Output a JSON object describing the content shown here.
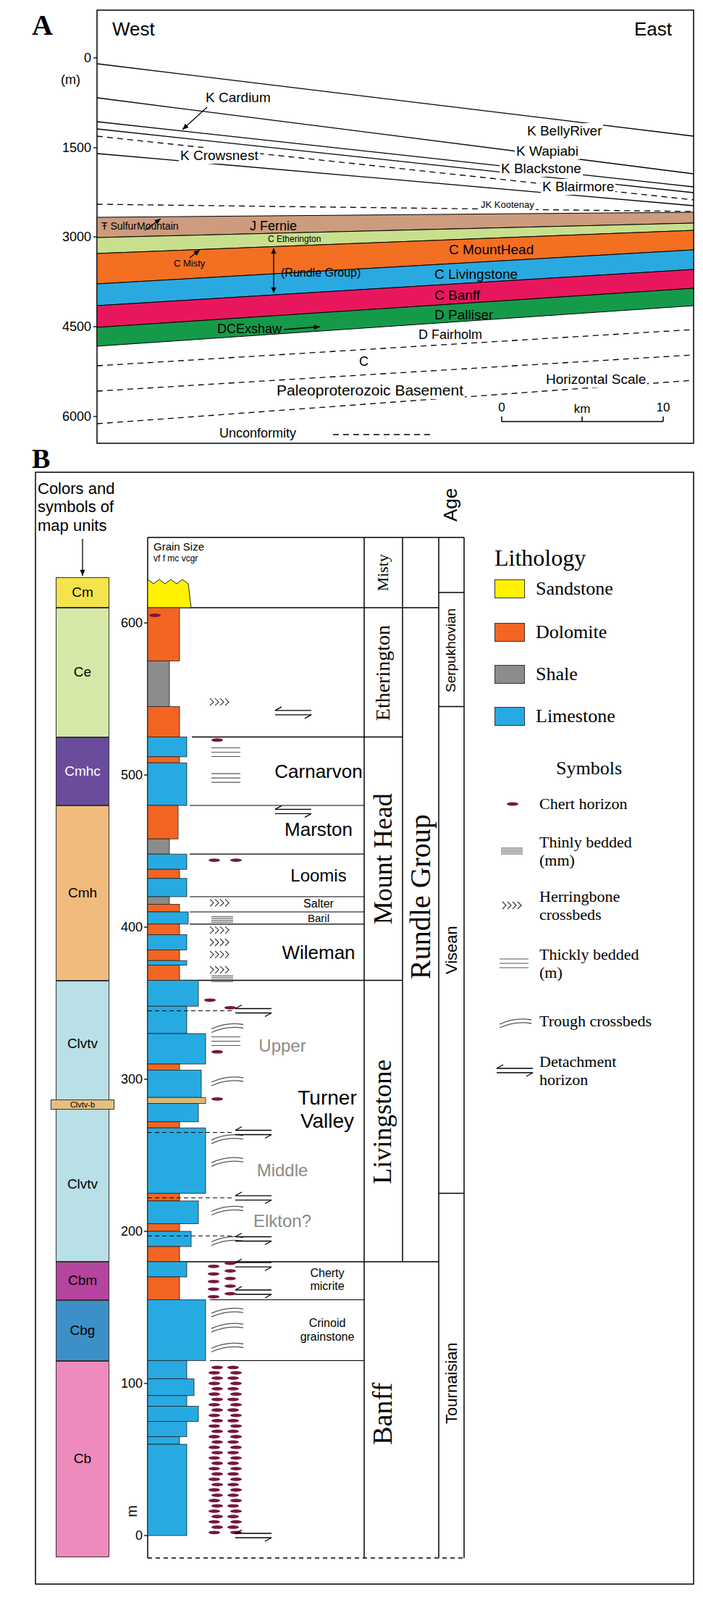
{
  "diagram": {
    "nodes": [
      {
        "text": [
          "Cm"
        ]
      },
      {
        "text": [
          "Ce"
        ]
      },
      {
        "text": [
          "Cmhc"
        ]
      },
      {
        "text": [
          "Cmh"
        ]
      },
      {
        "text": [
          "Clvtv"
        ]
      },
      {
        "text": [
          "Clvtv-b"
        ]
      },
      {
        "text": [
          "Clvtv"
        ]
      },
      {
        "text": [
          "Cbm"
        ]
      },
      {
        "text": [
          "Cbg"
        ]
      },
      {
        "text": [
          "Cb"
        ]
      }
    ],
    "labels": [
      "A",
      "West",
      "East",
      "(m)",
      "0",
      "1500",
      "3000",
      "4500",
      "6000",
      "K Cardium",
      "K BellyRiver",
      "K Wapiabi",
      "K Blackstone",
      "K Crowsnest",
      "K Blairmore",
      "JK Kootenay",
      "Ŧ SulfurMountain",
      "J Fernie",
      "C Etherington",
      "C Misty",
      "(Rundle Group)",
      "C MountHead",
      "C Livingstone",
      "C Banff",
      "DCExshaw",
      "D Palliser",
      "D Fairholm",
      "C",
      "Paleoproterozoic Basement",
      "Horizontal Scale",
      "0",
      "km",
      "10",
      "Unconformity",
      "B",
      "Colors and symbols of map units",
      "Age",
      "Grain Size",
      "vf f mc vcgr",
      "Misty",
      "600",
      "500",
      "400",
      "300",
      "200",
      "100",
      "0",
      "m",
      "Etherington",
      "Carnarvon",
      "Marston",
      "Loomis",
      "Salter",
      "Baril",
      "Wileman",
      "Mount Head",
      "Rundle Group",
      "Upper",
      "Turner Valley",
      "Middle",
      "Elkton?",
      "Livingstone",
      "Cherty micrite",
      "Crinoid grainstone",
      "Banff",
      "Serpukhovian",
      "Visean",
      "Tournaisian",
      "Lithology",
      "Symbols"
    ],
    "legend": [
      {
        "text": "Sandstone",
        "color": "#fff200"
      },
      {
        "text": "Dolomite",
        "color": "#f26522"
      },
      {
        "text": "Shale",
        "color": "#8c8c8c"
      },
      {
        "text": "Limestone",
        "color": "#27aae1"
      },
      {
        "text": "Chert horizon"
      },
      {
        "text": "Thinly bedded (mm)"
      },
      {
        "text": "Herringbone crossbeds"
      },
      {
        "text": "Thickly bedded (m)"
      },
      {
        "text": "Trough crossbeds"
      },
      {
        "text": "Detachment horizon"
      }
    ]
  }
}
